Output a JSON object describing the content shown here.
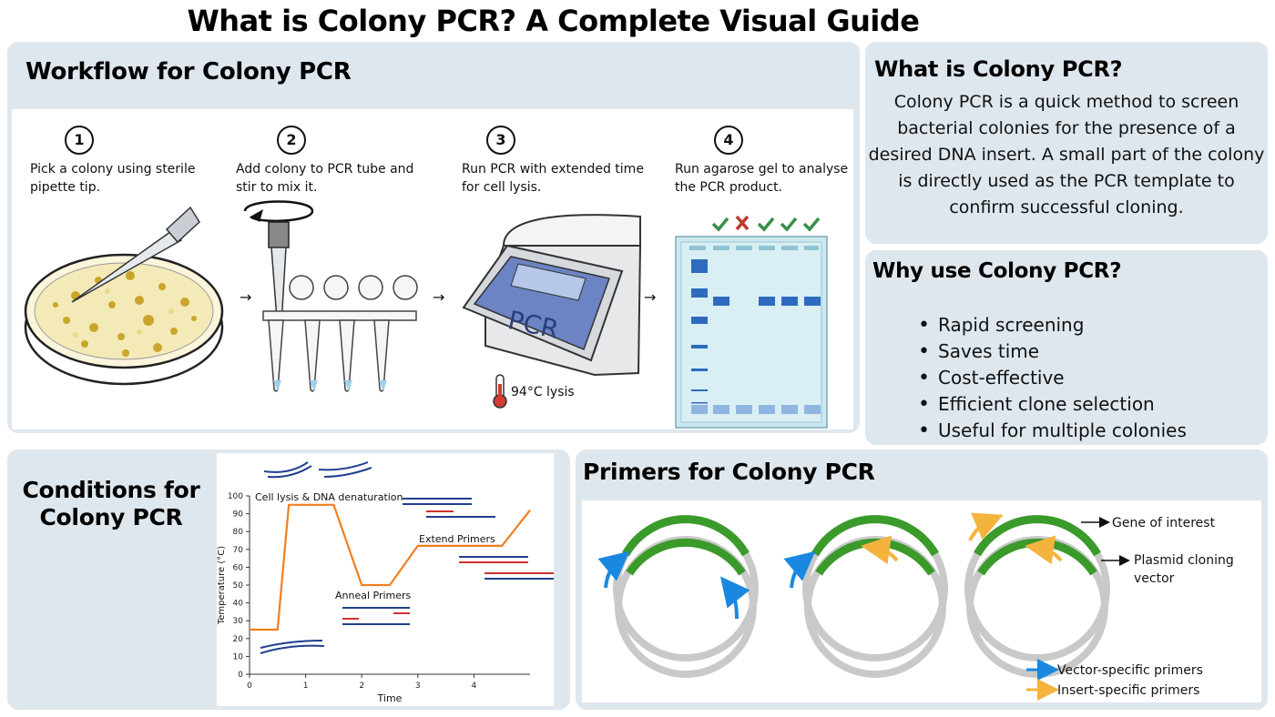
{
  "title": "What is Colony PCR? A Complete Visual Guide",
  "workflow": {
    "heading": "Workflow for Colony PCR",
    "steps": [
      {
        "number": "1",
        "text": "Pick a colony using sterile pipette tip."
      },
      {
        "number": "2",
        "text": "Add colony to PCR tube and stir to mix it."
      },
      {
        "number": "3",
        "text": "Run PCR with extended time for cell lysis."
      },
      {
        "number": "4",
        "text": "Run agarose gel to analyse the PCR product."
      }
    ],
    "pcr_label": "PCR",
    "lysis_label": "94°C lysis",
    "gel_results": [
      "check-icon",
      "cross-icon",
      "check-icon",
      "check-icon",
      "check-icon"
    ],
    "colors": {
      "check": "#3a8f4a",
      "cross": "#c0392b",
      "gel_band": "#2e6bbf"
    }
  },
  "what": {
    "heading": "What is Colony PCR?",
    "text": "Colony PCR is a quick method to screen bacterial colonies for the presence of a desired DNA insert. A small part of the colony is directly used as the PCR template to confirm successful cloning."
  },
  "why": {
    "heading": "Why use Colony PCR?",
    "items": [
      "Rapid screening",
      "Saves time",
      "Cost-effective",
      "Efficient clone selection",
      "Useful for multiple colonies"
    ]
  },
  "conditions": {
    "heading_line1": "Conditions for",
    "heading_line2": "Colony PCR",
    "annotations": {
      "lysis": "Cell lysis & DNA denaturation",
      "anneal": "Anneal Primers",
      "extend": "Extend Primers"
    }
  },
  "chart_data": {
    "type": "line",
    "xlabel": "Time",
    "ylabel": "Temperature (°C)",
    "xlim": [
      0,
      5
    ],
    "ylim": [
      0,
      100
    ],
    "xticks": [
      "0",
      "1",
      "2",
      "3",
      "4"
    ],
    "yticks": [
      "0",
      "10",
      "20",
      "30",
      "40",
      "50",
      "60",
      "70",
      "80",
      "90",
      "100"
    ],
    "x": [
      0,
      0.5,
      0.7,
      1.5,
      2,
      2.5,
      3,
      4,
      4.5,
      5
    ],
    "y": [
      25,
      25,
      95,
      95,
      50,
      50,
      72,
      72,
      72,
      92
    ],
    "color": "#f07f1e",
    "grid": false
  },
  "primers": {
    "heading": "Primers for Colony PCR",
    "gene_label": "Gene of interest",
    "vector_label_line1": "Plasmid cloning",
    "vector_label_line2": "vector",
    "legend_vector": "Vector-specific primers",
    "legend_insert": "Insert-specific primers",
    "colors": {
      "vector_primer": "#1a88e0",
      "insert_primer": "#f3b33d",
      "gene": "#3a9a2a",
      "plasmid": "#c9c9c9"
    }
  }
}
